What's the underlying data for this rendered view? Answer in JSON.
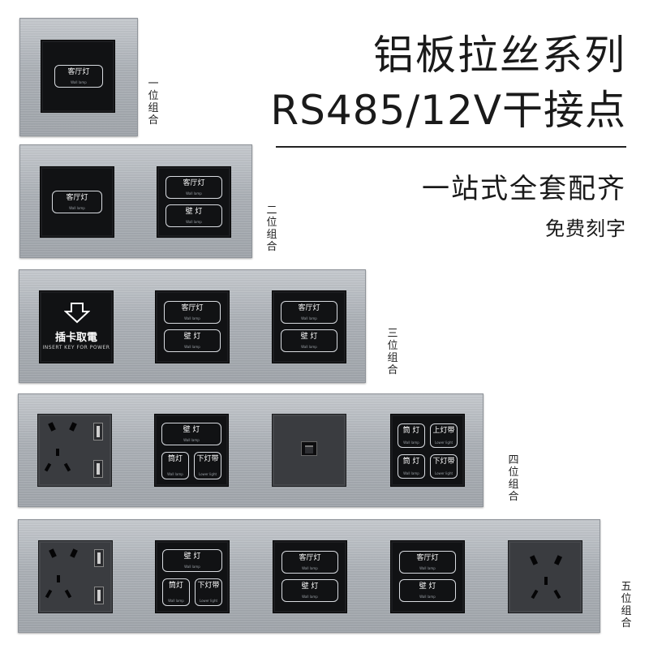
{
  "headline": {
    "title": "铝板拉丝系列",
    "subtitle": "RS485/12V干接点",
    "tagline": "一站式全套配齐",
    "note": "免费刻字"
  },
  "labels": {
    "one": "一位组合",
    "two": "二位组合",
    "three": "三位组合",
    "four": "四位组合",
    "five": "五位组合"
  },
  "keys": {
    "living_room": "客厅灯",
    "wall": "壁灯",
    "wall_spaced": "壁 灯",
    "downlight": "筒灯",
    "downlight_spaced": "筒 灯",
    "lower_strip": "下灯带",
    "upper_strip": "上灯带",
    "en_wall": "Wall lamp",
    "en_strip": "Lower light"
  },
  "card_switch": {
    "zh": "插卡取電",
    "en": "INSERT KEY FOR POWER",
    "icon": "down-arrow-icon"
  },
  "colors": {
    "plate": "#a9aeb4",
    "module": "#111214",
    "socket": "#3a3c40",
    "text": "#1a1a1a"
  }
}
